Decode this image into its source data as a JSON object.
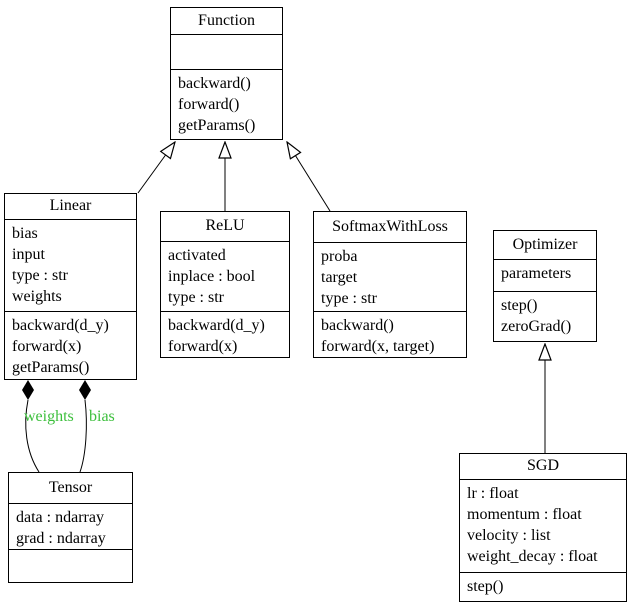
{
  "diagram": {
    "type": "uml-class-diagram",
    "background": "#ffffff",
    "stroke_color": "#000000",
    "edge_label_color": "#3cbf3c",
    "classes": [
      {
        "name": "Function",
        "attributes": [],
        "methods": [
          "backward()",
          "forward()",
          "getParams()"
        ]
      },
      {
        "name": "Linear",
        "attributes": [
          "bias",
          "input",
          "type : str",
          "weights"
        ],
        "methods": [
          "backward(d_y)",
          "forward(x)",
          "getParams()"
        ]
      },
      {
        "name": "ReLU",
        "attributes": [
          "activated",
          "inplace : bool",
          "type : str"
        ],
        "methods": [
          "backward(d_y)",
          "forward(x)"
        ]
      },
      {
        "name": "SoftmaxWithLoss",
        "attributes": [
          "proba",
          "target",
          "type : str"
        ],
        "methods": [
          "backward()",
          "forward(x, target)"
        ]
      },
      {
        "name": "Optimizer",
        "attributes": [
          "parameters"
        ],
        "methods": [
          "step()",
          "zeroGrad()"
        ]
      },
      {
        "name": "SGD",
        "attributes": [
          "lr : float",
          "momentum : float",
          "velocity : list",
          "weight_decay : float"
        ],
        "methods": [
          "step()"
        ]
      },
      {
        "name": "Tensor",
        "attributes": [
          "data : ndarray",
          "grad : ndarray"
        ],
        "methods": []
      }
    ],
    "edges": [
      {
        "from": "Linear",
        "to": "Function",
        "type": "inheritance"
      },
      {
        "from": "ReLU",
        "to": "Function",
        "type": "inheritance"
      },
      {
        "from": "SoftmaxWithLoss",
        "to": "Function",
        "type": "inheritance"
      },
      {
        "from": "SGD",
        "to": "Optimizer",
        "type": "inheritance"
      },
      {
        "from": "Linear",
        "to": "Tensor",
        "type": "composition",
        "label": "weights"
      },
      {
        "from": "Linear",
        "to": "Tensor",
        "type": "composition",
        "label": "bias"
      }
    ]
  }
}
